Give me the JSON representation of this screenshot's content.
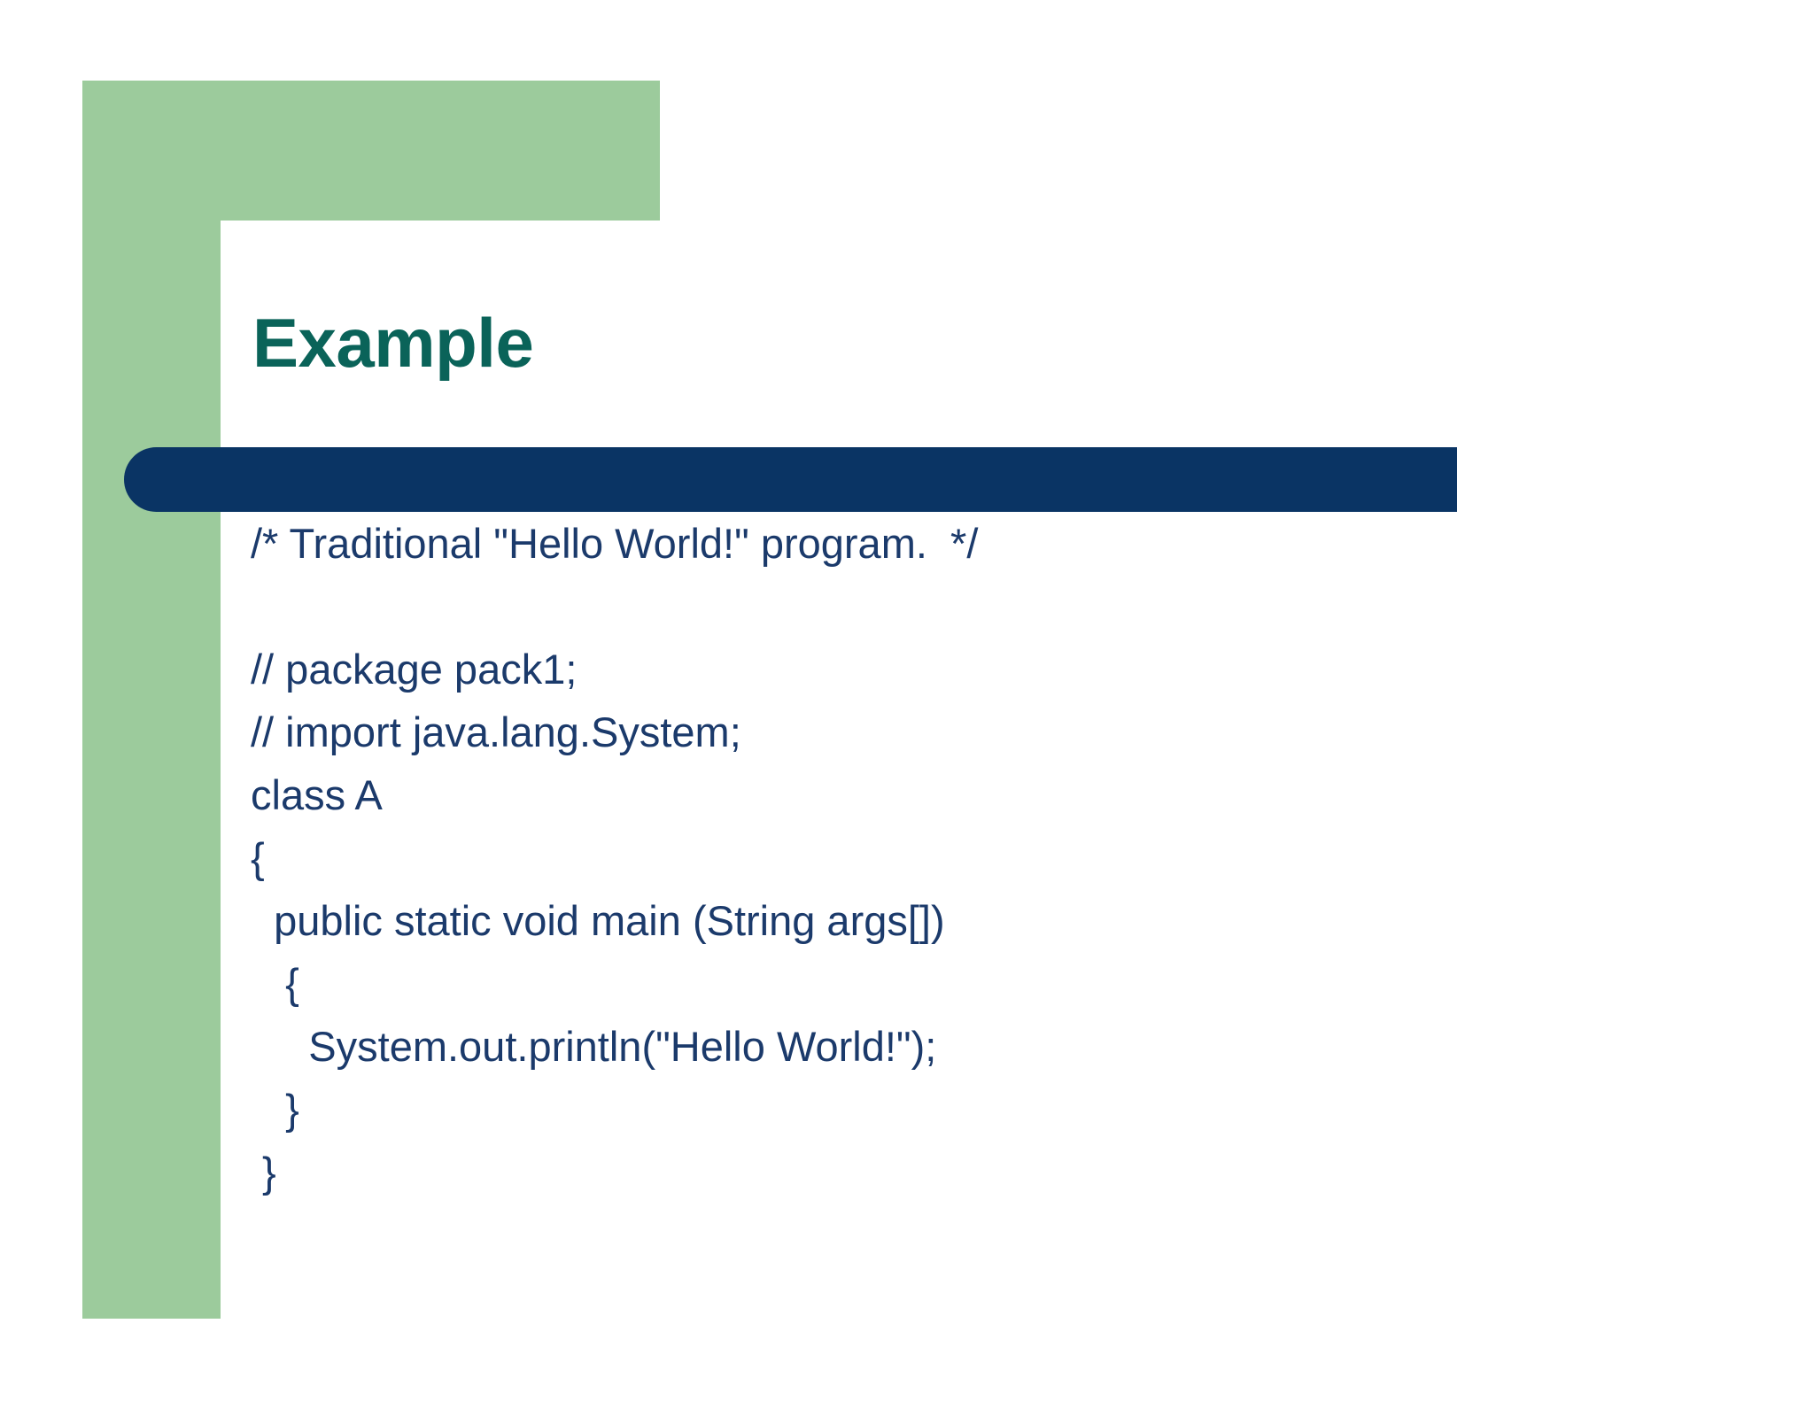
{
  "slide": {
    "title": "Example",
    "theme": {
      "accent_green": "#9CCB9C",
      "title_teal": "#0A6359",
      "bar_navy": "#0A3464",
      "code_navy": "#1B3A6B",
      "background": "#FFFFFF"
    }
  },
  "code": {
    "language": "java",
    "lines": [
      "/* Traditional \"Hello World!\" program.  */",
      "",
      "// package pack1;",
      "// import java.lang.System;",
      "class A",
      "{",
      "  public static void main (String args[])",
      "   {",
      "     System.out.println(\"Hello World!\");",
      "   }",
      " }"
    ]
  }
}
